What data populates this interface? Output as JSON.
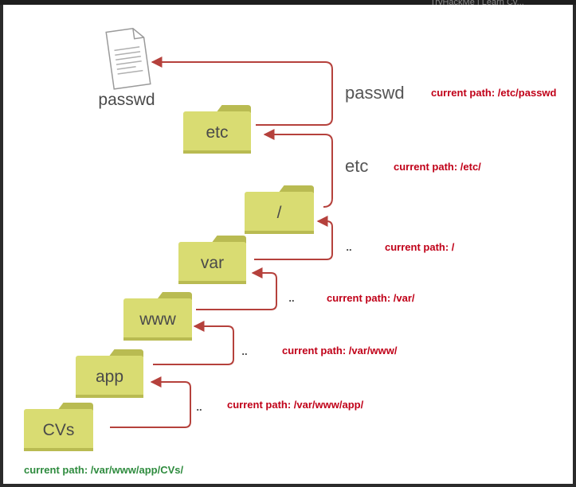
{
  "background_tab": {
    "text": "TryHackMe | Learn Cy..."
  },
  "colors": {
    "folder": "#d9dc72",
    "folder_shadow": "#b9bb52",
    "arrow": "#b5413c",
    "path_text": "#c00018",
    "final_text": "#2e8b3e"
  },
  "file": {
    "icon": "document-icon",
    "label": "passwd"
  },
  "folders": [
    {
      "id": "cvs",
      "label": "CVs"
    },
    {
      "id": "app",
      "label": "app"
    },
    {
      "id": "www",
      "label": "www"
    },
    {
      "id": "var",
      "label": "var"
    },
    {
      "id": "root",
      "label": "/"
    },
    {
      "id": "etc",
      "label": "etc"
    }
  ],
  "steps": [
    {
      "move": "..",
      "path": "current path: /var/www/app/"
    },
    {
      "move": "..",
      "path": "current path: /var/www/"
    },
    {
      "move": "..",
      "path": "current path: /var/"
    },
    {
      "move": "..",
      "path": "current path: /"
    },
    {
      "move": "etc",
      "path": "current path: /etc/"
    },
    {
      "move": "passwd",
      "path": "current path: /etc/passwd"
    }
  ],
  "start_path": "current path: /var/www/app/CVs/"
}
